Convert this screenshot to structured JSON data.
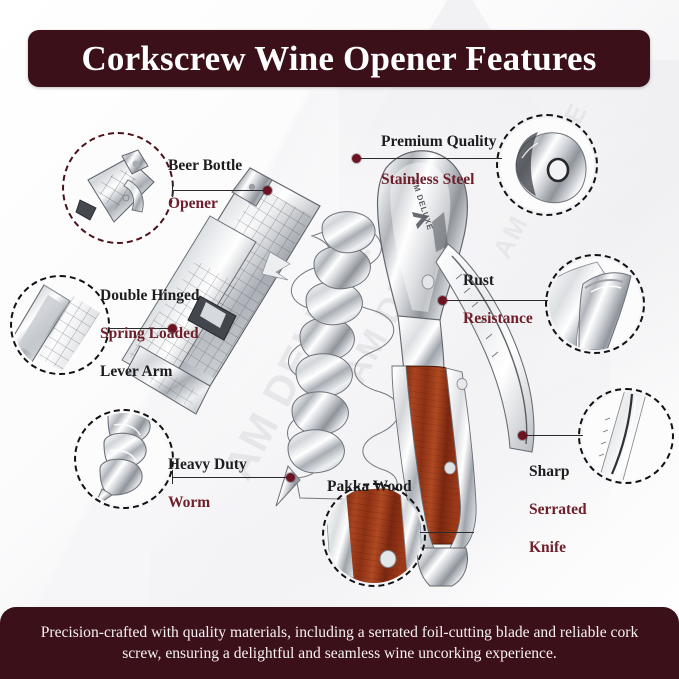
{
  "header": {
    "title": "Corkscrew Wine Opener Features",
    "banner_color": "#3b1018",
    "text_color": "#ffffff"
  },
  "footer": {
    "caption": "Precision-crafted with quality materials, including a serrated foil-cutting blade and reliable cork screw, ensuring a delightful and seamless wine uncorking experience.",
    "banner_color": "#3b1018",
    "text_color": "#f7f2f2"
  },
  "product": {
    "brand": "AM DELUXE",
    "watermark": "AM DELUXE",
    "accent_maroon": "#6e1f2a",
    "dot_color": "#6b1320",
    "leader_color": "#2a2a2e",
    "wood_color": "#8d2f14",
    "metal_color": "#d8dadd"
  },
  "callouts": [
    {
      "id": "beer-bottle-opener",
      "line1": "Beer Bottle",
      "line2": "Opener",
      "line1_color": "dark",
      "line2_color": "maroon",
      "inset_ring": "maroon"
    },
    {
      "id": "premium-quality-stainless-steel",
      "line1": "Premium Quality",
      "line2": "Stainless Steel",
      "line1_color": "dark",
      "line2_color": "maroon",
      "inset_ring": "dark"
    },
    {
      "id": "double-hinged-spring-loaded-lever-arm",
      "line1": "Double Hinged",
      "line2": "Spring Loaded",
      "line3": "Lever Arm",
      "line1_color": "dark",
      "line2_color": "maroon",
      "line3_color": "dark",
      "inset_ring": "dark"
    },
    {
      "id": "rust-resistance",
      "line1": "Rust",
      "line2": "Resistance",
      "line1_color": "dark",
      "line2_color": "maroon",
      "inset_ring": "dark"
    },
    {
      "id": "heavy-duty-worm",
      "line1": "Heavy Duty",
      "line2": "Worm",
      "line1_color": "dark",
      "line2_color": "maroon",
      "inset_ring": "dark"
    },
    {
      "id": "pakka-wood",
      "line1": "Pakka Wood",
      "line1_color": "dark",
      "inset_ring": "dark"
    },
    {
      "id": "sharp-serrated-knife",
      "line1": "Sharp",
      "line2": "Serrated",
      "line3": "Knife",
      "line1_color": "dark",
      "line2_color": "maroon",
      "line3_color": "maroon",
      "inset_ring": "dark"
    }
  ]
}
